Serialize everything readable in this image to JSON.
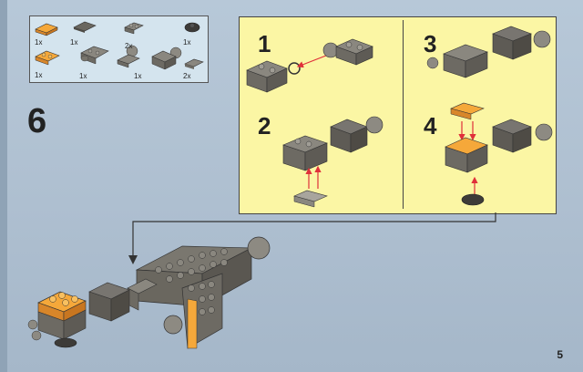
{
  "page": {
    "number": "5",
    "step": "6"
  },
  "parts_list": {
    "quantities": [
      "1x",
      "1x",
      "2x",
      "1x",
      "1x",
      "1x",
      "1x",
      "2x"
    ]
  },
  "substeps": [
    "1",
    "2",
    "3",
    "4"
  ],
  "colors": {
    "background": "#b1c2d3",
    "panel": "#fbf6a4",
    "parts_box": "#d4e4ee",
    "orange": "#f0a030",
    "dark_gray": "#6e6b63",
    "arrow": "#e0303a"
  }
}
